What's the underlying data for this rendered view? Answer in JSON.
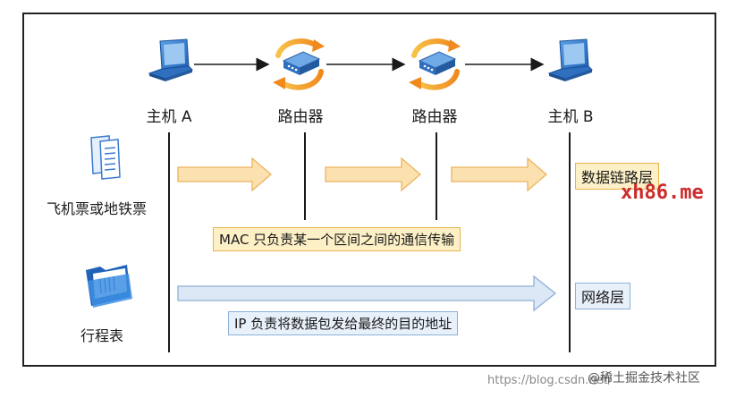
{
  "nodes": {
    "host_a": "主机 A",
    "router_1": "路由器",
    "router_2": "路由器",
    "host_b": "主机 B"
  },
  "left_labels": {
    "ticket": "飞机票或地铁票",
    "itinerary": "行程表"
  },
  "boxes": {
    "mac": "MAC 只负责某一个区间之间的通信传输",
    "ip": "IP 负责将数据包发给最终的目的地址"
  },
  "layers": {
    "data_link": "数据链路层",
    "network": "网络层"
  },
  "watermark": "xh86.me",
  "credit": "https://blog.csdn.net/",
  "credit_brand": "@稀土掘金技术社区",
  "icons": {
    "host": "laptop-icon",
    "router": "router-icon",
    "ticket": "ticket-icon",
    "itinerary": "folder-icon"
  },
  "colors": {
    "mac_fill": "#fdf0c6",
    "mac_border": "#e8b44c",
    "ip_fill": "#e8f0fa",
    "ip_border": "#8fb0d8",
    "watermark": "#cc2b2b"
  }
}
